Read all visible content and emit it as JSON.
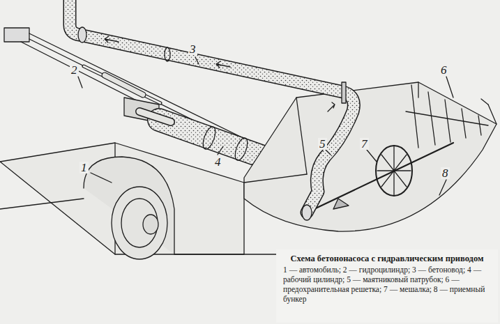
{
  "diagram": {
    "title": "Схема бетононасоса с гидравлическим приводом",
    "caption": "1 — автомобиль; 2 — гидроцилиндр; 3 — бетоновод; 4 — рабочий цилиндр; 5 — маятниковый патрубок; 6 — предохранительная решетка; 7 — мешалка; 8 — приемный бункер",
    "labels": [
      "1",
      "2",
      "3",
      "4",
      "5",
      "6",
      "7",
      "8"
    ]
  }
}
